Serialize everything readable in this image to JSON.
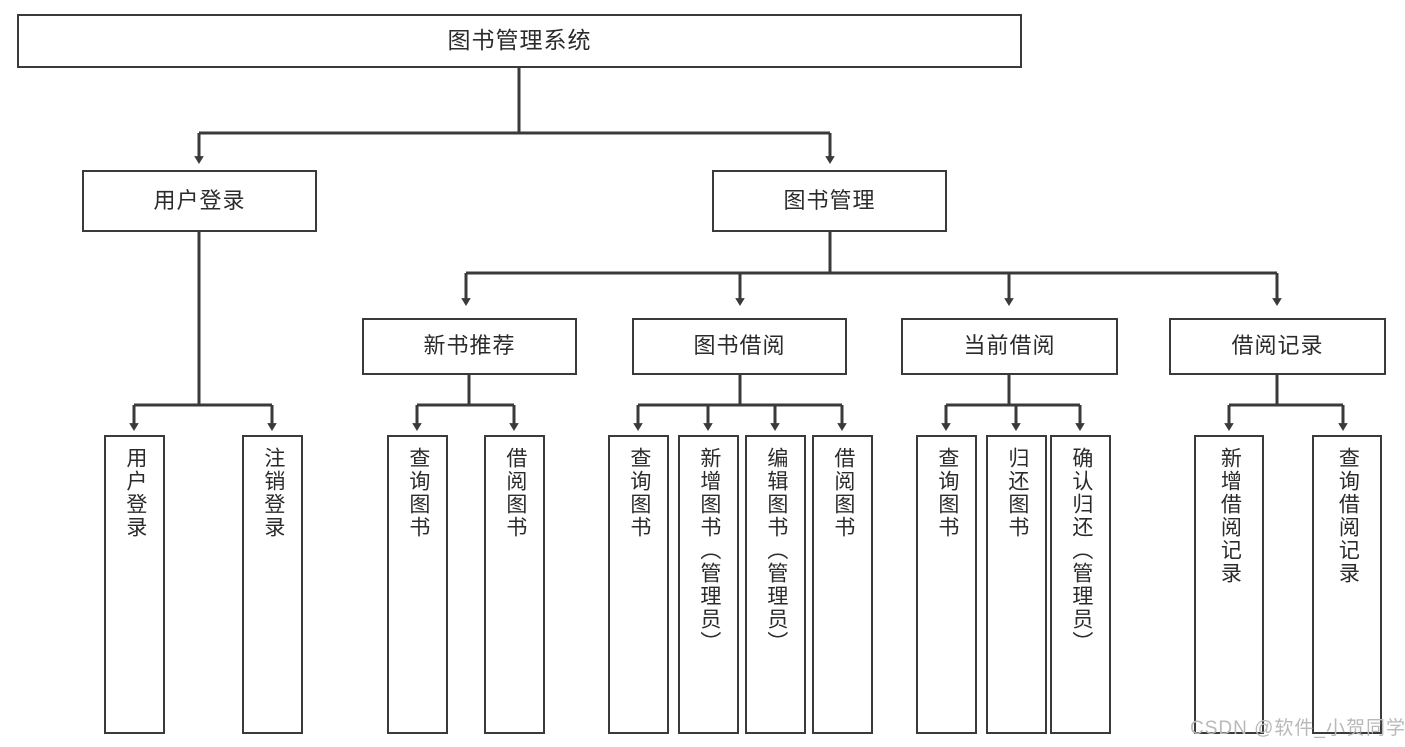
{
  "diagram": {
    "type": "tree",
    "orientation": "top-down",
    "colors": {
      "box_border": "#3a3a3a",
      "box_fill": "#ffffff",
      "connector": "#3a3a3a",
      "text": "#2b2b2b",
      "watermark": "#b9b9b9",
      "background": "#ffffff"
    },
    "root": {
      "label": "图书管理系统"
    },
    "level1": [
      {
        "label": "用户登录"
      },
      {
        "label": "图书管理"
      }
    ],
    "level2": [
      {
        "label": "新书推荐"
      },
      {
        "label": "图书借阅"
      },
      {
        "label": "当前借阅"
      },
      {
        "label": "借阅记录"
      }
    ],
    "leaves": {
      "user_login": [
        {
          "label": "用户登录"
        },
        {
          "label": "注销登录"
        }
      ],
      "new_book_recommend": [
        {
          "label": "查询图书"
        },
        {
          "label": "借阅图书"
        }
      ],
      "book_borrow": [
        {
          "label": "查询图书"
        },
        {
          "label": "新增图书（管理员）"
        },
        {
          "label": "编辑图书（管理员）"
        },
        {
          "label": "借阅图书"
        }
      ],
      "current_borrow": [
        {
          "label": "查询图书"
        },
        {
          "label": "归还图书"
        },
        {
          "label": "确认归还（管理员）"
        }
      ],
      "borrow_record": [
        {
          "label": "新增借阅记录"
        },
        {
          "label": "查询借阅记录"
        }
      ]
    }
  },
  "watermark": {
    "text": "CSDN @软件_小贺同学"
  }
}
